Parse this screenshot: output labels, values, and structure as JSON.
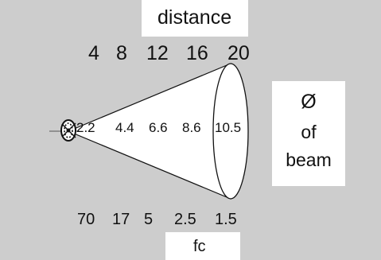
{
  "labels": {
    "distance": "distance",
    "footcandles": "fc",
    "diameter_symbol": "Ø",
    "diameter_of": "of",
    "diameter_beam": "beam"
  },
  "distance_ticks": [
    "4",
    "8",
    "12",
    "16",
    "20"
  ],
  "beam_diameters": [
    "2.2",
    "4.4",
    "6.6",
    "8.6",
    "10.5"
  ],
  "footcandle_values": [
    "70",
    "17",
    "5",
    "2.5",
    "1.5"
  ],
  "colors": {
    "background": "#cdcdcd",
    "label_box": "#ffffff",
    "ink": "#111111",
    "cone_fill": "#ffffff"
  }
}
